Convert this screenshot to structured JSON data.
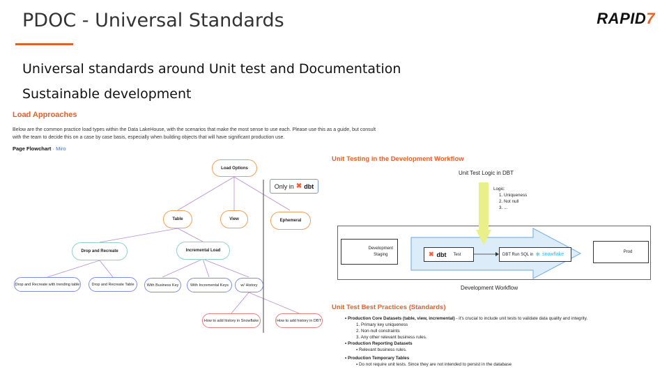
{
  "slide": {
    "title": "PDOC - Universal Standards",
    "logo_main": "RAPID",
    "logo_accent": "7",
    "bullets": [
      "Universal standards around Unit test and Documentation",
      "Sustainable development"
    ]
  },
  "load_approaches": {
    "heading": "Load Approaches",
    "description_1": "Below are the common practice load types within the Data LakeHouse, with the scenarios that make the most sense to use each. Please use this as a guide, but consult",
    "description_2": "with the team to decide this on a case by case basis, especially when building objects that will have significant production use.",
    "flowchart_label": "Page Flowchart",
    "flowchart_sep": " · ",
    "flowchart_link": "Miro",
    "nodes": {
      "load_options": "Load Options",
      "table": "Table",
      "view": "View",
      "ephemeral": "Ephemeral",
      "drop_recreate": "Drop and Recreate",
      "incremental": "Incremental Load",
      "drop_trending": "Drop and Recreate with trending table",
      "drop_table": "Drop and Recreate Table",
      "business_key": "With Business Key",
      "incremental_keys": "With Incremental Keys",
      "history": "w/ History",
      "history_snowflake": "How to add history in Snowflake",
      "history_dbt": "How to add history in DBT"
    },
    "only_in": "Only in",
    "dbt": "dbt"
  },
  "unit_testing": {
    "heading": "Unit Testing in the Development Workflow",
    "logic_title": "Unit Test Logic in DBT",
    "logic_label": "Logic:",
    "logic_items": [
      "1.  Uniqueness",
      "2.  Not null",
      "3.  ..."
    ],
    "dev_staging_1": "Development",
    "dev_staging_2": "Staging",
    "dbt": "dbt",
    "test": "Test",
    "dbt_run": "DBT Run SQL in",
    "snowflake": "snowflake",
    "prod": "Prod",
    "workflow_caption": "Development Workflow"
  },
  "best_practices": {
    "heading": "Unit Test Best Practices (Standards)",
    "core_title": "Production Core Datasets (table, view, incremental)",
    "core_desc": " - it's crucial to include unit tests to validate data quality and integrity.",
    "core_items": [
      "1. Primary key uniqueness",
      "2. Non-null constraints",
      "3. Any other relevant business rules."
    ],
    "reporting_title": "Production Reporting Datasets",
    "reporting_items": [
      "Relevant business rules."
    ],
    "temporary_title": "Production Temporary Tables",
    "temporary_items": [
      "Do not require unit tests. Since they are not intended to persist in the database"
    ]
  },
  "colors": {
    "accent": "#e0622b",
    "link": "#3b6fd8",
    "dbt": "#ff5a36",
    "arrow_fill": "#dcecf8",
    "arrow_stroke": "#7fb6e6",
    "logic_arrow": "#e9f08a"
  }
}
